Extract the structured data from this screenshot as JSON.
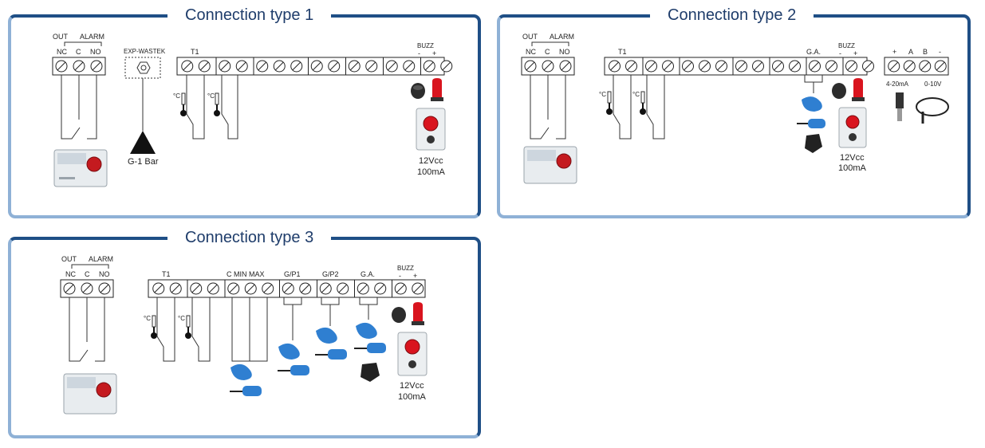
{
  "panels": [
    {
      "title": "Connection type 1"
    },
    {
      "title": "Connection type 2"
    },
    {
      "title": "Connection type 3"
    }
  ],
  "labels": {
    "out": "OUT",
    "alarm": "ALARM",
    "nc": "NC",
    "c": "C",
    "no": "NO",
    "exp_wastek": "EXP-WASTEK",
    "t1": "T1",
    "buzz": "BUZZ",
    "minus": "-",
    "plus": "+",
    "degc": "°C",
    "g1bar": "G-1 Bar",
    "v12": "12Vcc",
    "ma100": "100mA",
    "ga": "G.A.",
    "a": "A",
    "b": "B",
    "ma420": "4-20mA",
    "v010": "0-10V",
    "c_min_max": "C  MIN  MAX",
    "gp1": "G/P1",
    "gp2": "G/P2"
  },
  "colors": {
    "border_dark": "#1f4f86",
    "border_light": "#8fb1d6",
    "title": "#1f3d6b",
    "float_blue": "#2f7fd1",
    "beacon_red": "#d9141e"
  }
}
